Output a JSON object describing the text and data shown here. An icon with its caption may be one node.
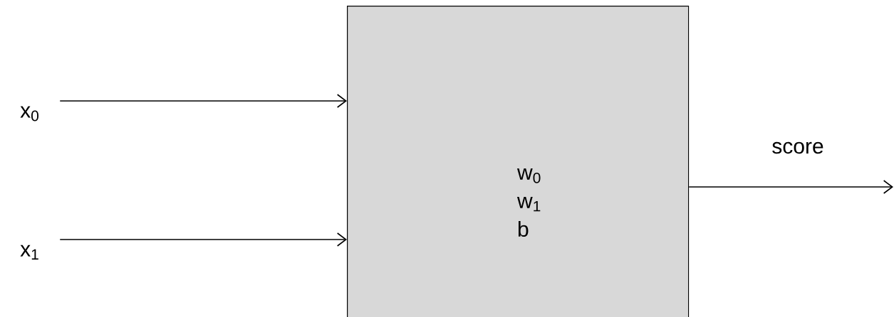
{
  "diagram": {
    "nodes": [
      {
        "text": [
          "x$_{0}$"
        ]
      },
      {
        "text": [
          "x$_{1}$"
        ]
      },
      {
        "text": [
          "w$_{0}$ w$_{1}$ b"
        ]
      }
    ],
    "edges": [
      {
        "from": 0,
        "to": 2,
        "arrow": "to"
      },
      {
        "from": 1,
        "to": 2,
        "arrow": "to"
      },
      {
        "from": 2,
        "to": null,
        "arrow": "to",
        "label": "score"
      }
    ]
  }
}
